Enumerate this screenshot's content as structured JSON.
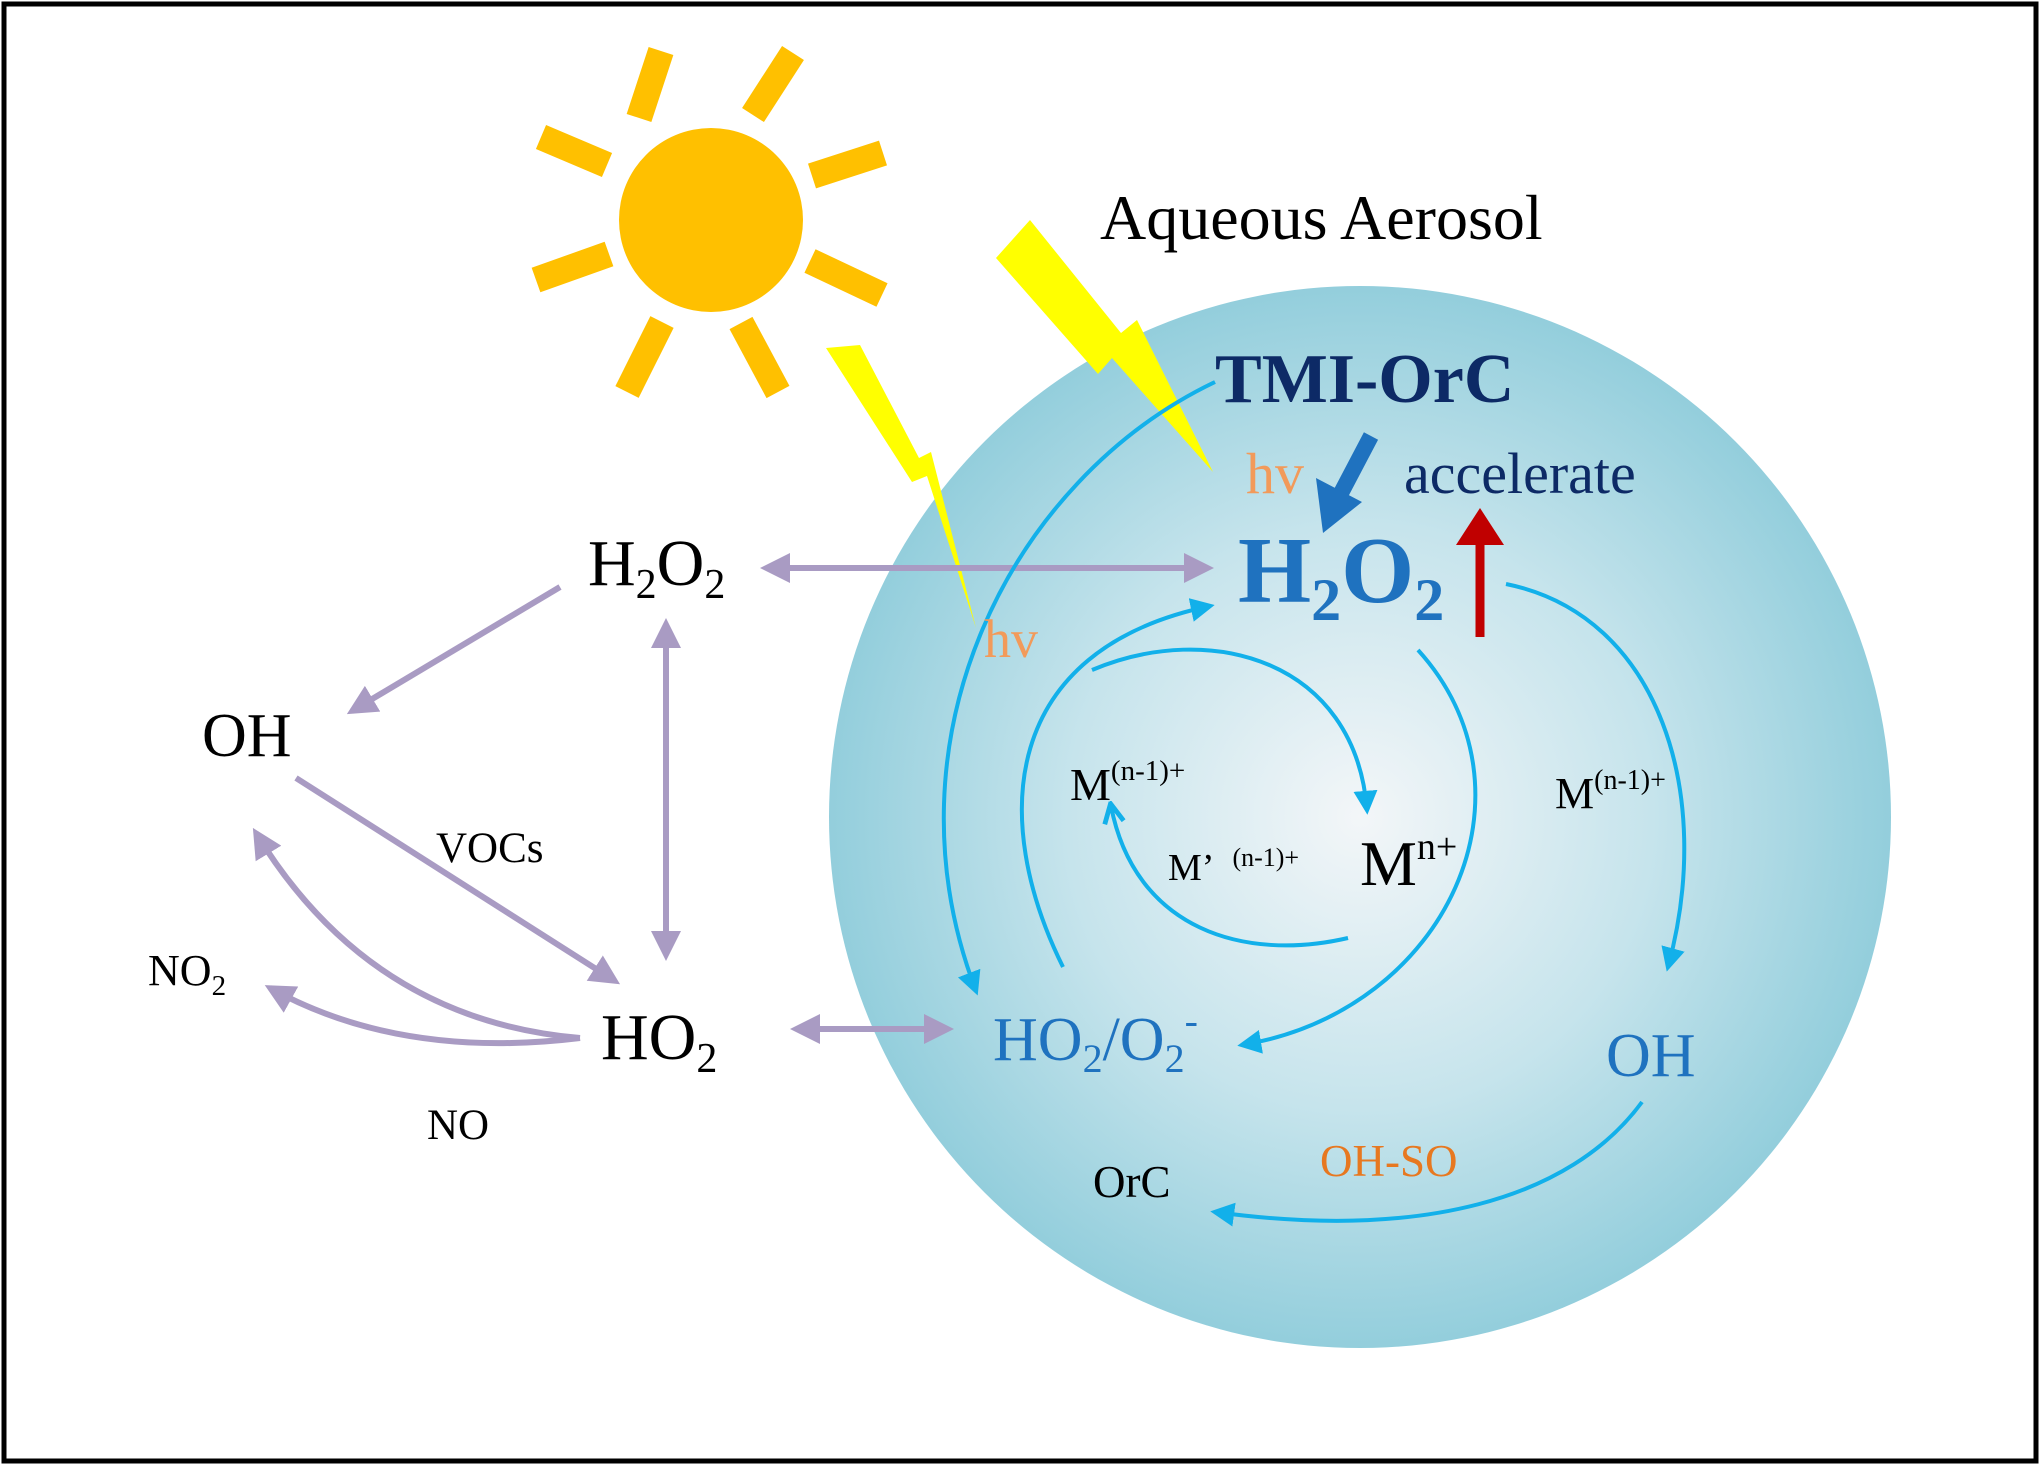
{
  "title": "Aqueous Aerosol",
  "colors": {
    "purple": "#a99bc3",
    "cyan": "#12b0ea",
    "navy": "#0d2a66",
    "mid_blue": "#1f72bf",
    "orange": "#f29a5a",
    "dark_orange": "#e77820",
    "red": "#c00000",
    "sun": "#ffc000",
    "bolt": "#ffff00",
    "sphere_outer": "#93cedc",
    "sphere_inner": "#f3f6f8"
  },
  "gas_phase": {
    "h2o2": {
      "base": "H",
      "sub1": "2",
      "mid": "O",
      "sub2": "2"
    },
    "oh": "OH",
    "ho2": {
      "base": "HO",
      "sub": "2"
    },
    "no2": {
      "base": "NO",
      "sub": "2"
    },
    "no": "NO",
    "vocs": "VOCs"
  },
  "aqueous_phase": {
    "tmi_orc": "TMI-OrC",
    "hv_1": "hv",
    "hv_2": "hv",
    "accelerate": "accelerate",
    "h2o2": {
      "base": "H",
      "sub1": "2",
      "mid": "O",
      "sub2": "2"
    },
    "m_n1_left": {
      "base": "M",
      "sup": "(n-1)+"
    },
    "m_prime": {
      "base": "M’",
      "sup": "(n-1)+"
    },
    "m_n": {
      "base": "M",
      "sup": "n+"
    },
    "m_n1_right": {
      "base": "M",
      "sup": "(n-1)+"
    },
    "ho2_o2": {
      "a": "HO",
      "a_sub": "2",
      "slash": "/O",
      "b_sub": "2",
      "b_sup": "-"
    },
    "oh": "OH",
    "oh_so": "OH-SO",
    "orc": "OrC"
  }
}
